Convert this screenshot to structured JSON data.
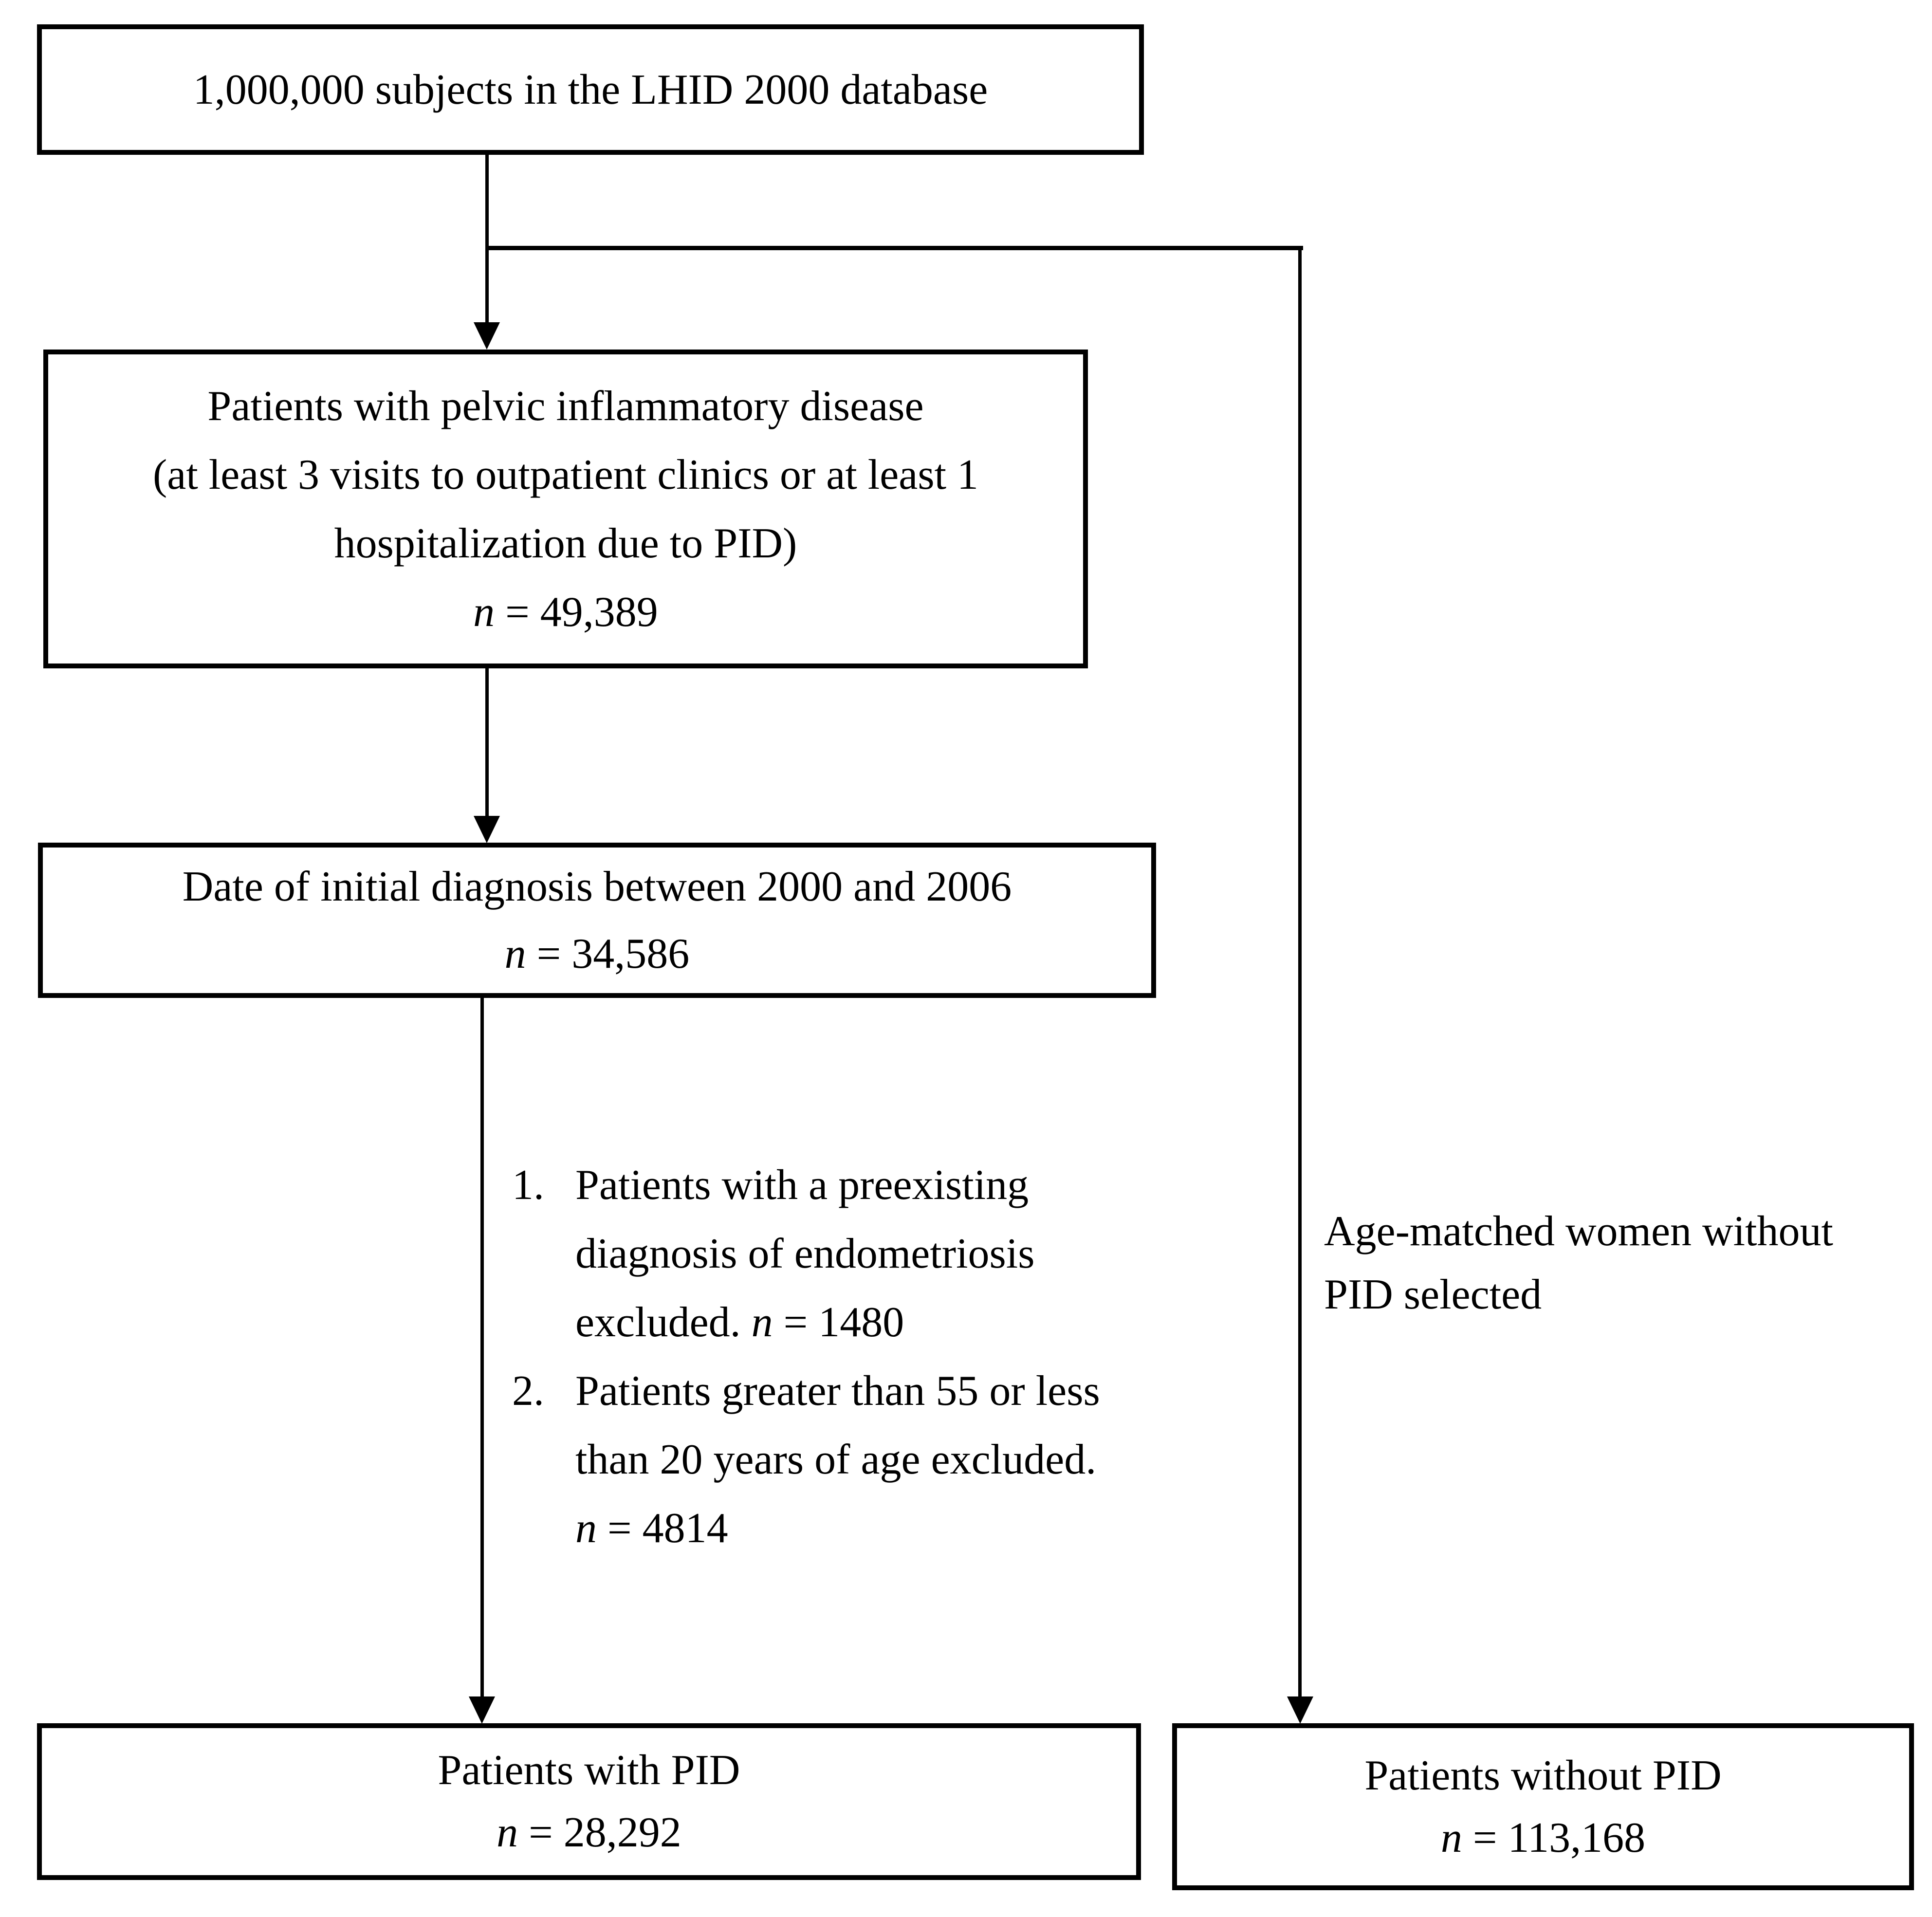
{
  "flowchart": {
    "box_database": {
      "text": "1,000,000 subjects in the LHID 2000 database"
    },
    "box_pid_patients": {
      "line1": "Patients with pelvic inflammatory disease",
      "line2": "(at least 3 visits to outpatient clinics or at least 1",
      "line3": "hospitalization due to PID)",
      "n_label": "n",
      "n_value": " = 49,389"
    },
    "box_diagnosis_date": {
      "line1": "Date of initial diagnosis between 2000 and 2006",
      "n_label": "n",
      "n_value": " = 34,586"
    },
    "exclusions": {
      "item1": {
        "number": "1.",
        "line1": "Patients with a preexisting",
        "line2": "diagnosis of endometriosis",
        "line3_pre": "excluded. ",
        "n_label": "n",
        "n_value": " = 1480"
      },
      "item2": {
        "number": "2.",
        "line1": "Patients greater than 55 or less",
        "line2": "than 20 years of age excluded.",
        "n_label": "n",
        "n_value": " = 4814"
      }
    },
    "right_branch_label": {
      "line1": "Age-matched women without",
      "line2": "PID selected"
    },
    "box_with_pid": {
      "line1": "Patients with PID",
      "n_label": "n",
      "n_value": " = 28,292"
    },
    "box_without_pid": {
      "line1": "Patients without PID",
      "n_label": "n",
      "n_value": " = 113,168"
    }
  }
}
